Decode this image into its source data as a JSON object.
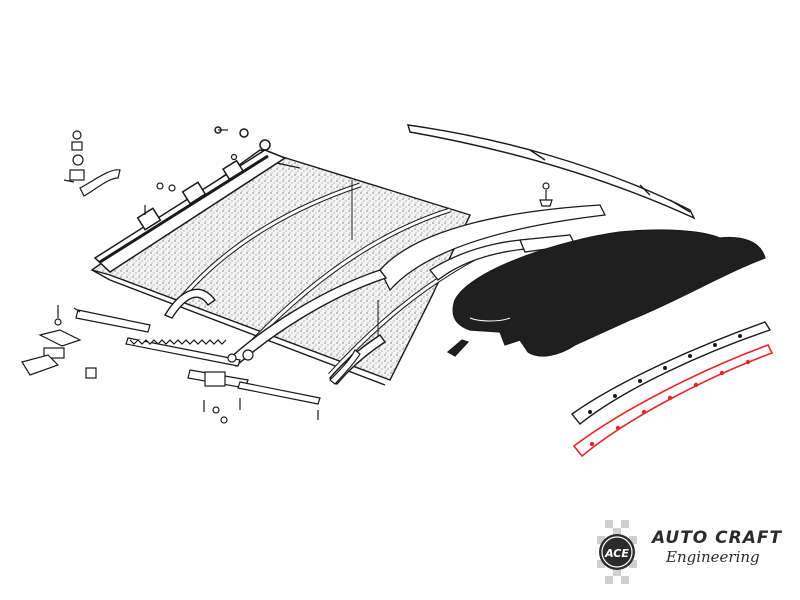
{
  "logo": {
    "badge_text": "ACE",
    "brand_name": "AUTO CRAFT",
    "brand_sub": "Engineering"
  },
  "highlight": {
    "part": "rear-seal-strip",
    "color": "#e8262b"
  },
  "colors": {
    "line": "#1a1a1a",
    "fill_dark": "#1f1f1f",
    "canvas": "#ffffff"
  }
}
